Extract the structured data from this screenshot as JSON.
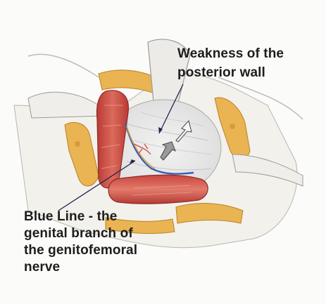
{
  "annotations": {
    "weakness": {
      "lines": [
        "Weakness of the",
        "posterior wall"
      ]
    },
    "blue_line": {
      "lines": [
        "Blue Line - the",
        "genital branch of",
        "the genitofemoral",
        "nerve"
      ]
    }
  },
  "colors": {
    "background": "#fbfbfa",
    "muscle": "#c8463f",
    "fat": "#e8b04f",
    "nerve": "#3b5fb8",
    "leader_line": "#23244f"
  }
}
